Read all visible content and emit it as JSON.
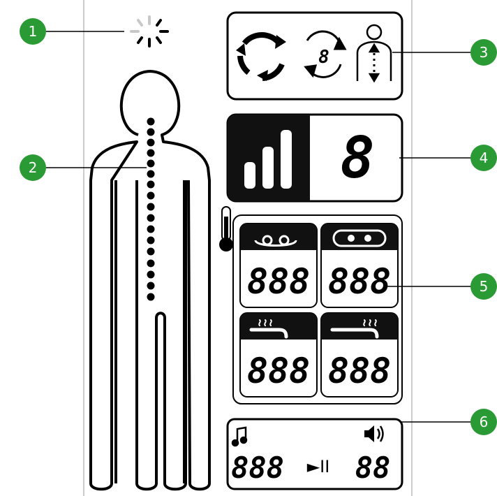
{
  "callouts": [
    {
      "number": "1",
      "target": "sunburst-indicator"
    },
    {
      "number": "2",
      "target": "spine-dots"
    },
    {
      "number": "3",
      "target": "mode-panel"
    },
    {
      "number": "4",
      "target": "intensity-panel"
    },
    {
      "number": "5",
      "target": "heat-panel"
    },
    {
      "number": "6",
      "target": "music-panel"
    }
  ],
  "intensity": {
    "digit": "8",
    "level_bars": 3
  },
  "heat": {
    "zones": [
      {
        "readout": "888"
      },
      {
        "readout": "888"
      },
      {
        "readout": "888"
      },
      {
        "readout": "888"
      }
    ]
  },
  "music": {
    "track": "888",
    "play_pause": "►II",
    "volume": "88"
  },
  "colors": {
    "callout": "#2a9a34",
    "stroke": "#000000",
    "lcd_dim": "#bdbdbd",
    "background": "#ffffff"
  }
}
